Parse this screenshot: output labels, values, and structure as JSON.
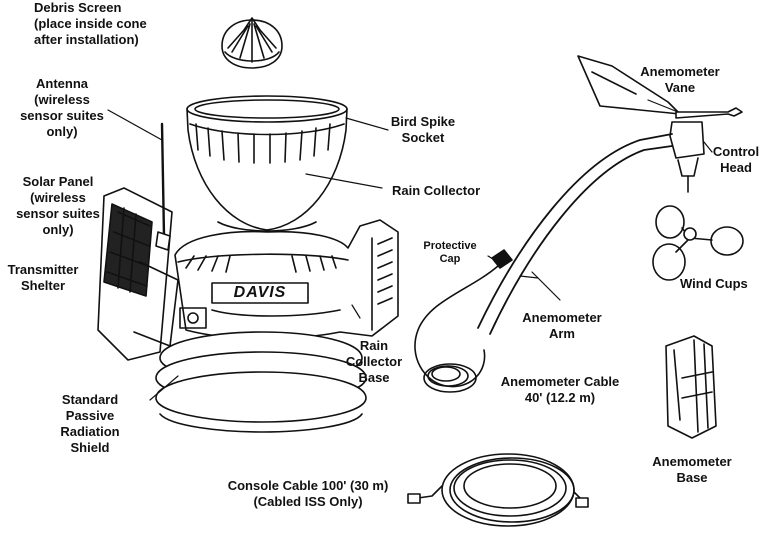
{
  "labels": {
    "debris_screen": [
      "Debris Screen",
      "(place inside cone",
      "after installation)"
    ],
    "antenna": [
      "Antenna",
      "(wireless",
      "sensor suites",
      "only)"
    ],
    "solar_panel": [
      "Solar Panel",
      "(wireless",
      "sensor suites",
      "only)"
    ],
    "transmitter_shelter": [
      "Transmitter",
      "Shelter"
    ],
    "radiation_shield": [
      "Standard",
      "Passive",
      "Radiation",
      "Shield"
    ],
    "bird_spike_socket": [
      "Bird Spike",
      "Socket"
    ],
    "rain_collector": [
      "Rain Collector"
    ],
    "rain_collector_base": [
      "Rain",
      "Collector",
      "Base"
    ],
    "protective_cap": [
      "Protective",
      "Cap"
    ],
    "anemometer_vane": [
      "Anemometer",
      "Vane"
    ],
    "control_head": [
      "Control",
      "Head"
    ],
    "wind_cups": [
      "Wind Cups"
    ],
    "anemometer_arm": [
      "Anemometer",
      "Arm"
    ],
    "anemometer_cable": [
      "Anemometer Cable",
      "40' (12.2 m)"
    ],
    "anemometer_base": [
      "Anemometer",
      "Base"
    ],
    "console_cable": [
      "Console Cable 100' (30 m)",
      "(Cabled ISS Only)"
    ]
  },
  "brand_logo": "DAVIS"
}
